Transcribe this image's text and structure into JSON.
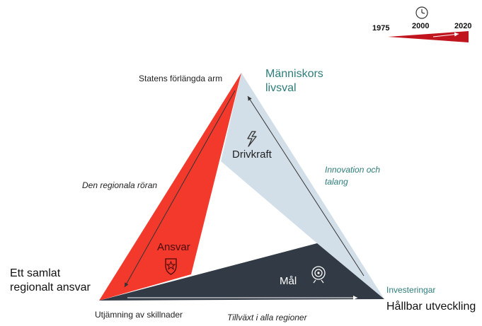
{
  "timeline": {
    "start_year": "1975",
    "mid_year": "2000",
    "end_year": "2020",
    "icon": "clock-icon",
    "color": "#c0141e"
  },
  "vertices": {
    "top_left_label": "Statens förlängda arm",
    "top_right_label_line1": "Människors",
    "top_right_label_line2": "livsval",
    "left_label_line1": "Ett samlat",
    "left_label_line2": "regionalt ansvar",
    "bottom_left_label": "Utjämning av skillnader",
    "bottom_right_small_label": "Investeringar",
    "bottom_right_label": "Hållbar utveckling"
  },
  "edges": {
    "left_edge_label": "Den regionala röran",
    "right_edge_line1": "Innovation och",
    "right_edge_line2": "talang",
    "bottom_edge_label": "Tillväxt i alla regioner"
  },
  "wedges": {
    "red": {
      "label": "Ansvar",
      "icon": "badge-star-icon",
      "color": "#f2392c"
    },
    "light": {
      "label": "Drivkraft",
      "icon": "lightning-icon",
      "color": "#d2dfe9"
    },
    "dark": {
      "label": "Mål",
      "icon": "target-icon",
      "color": "#323a45"
    }
  }
}
